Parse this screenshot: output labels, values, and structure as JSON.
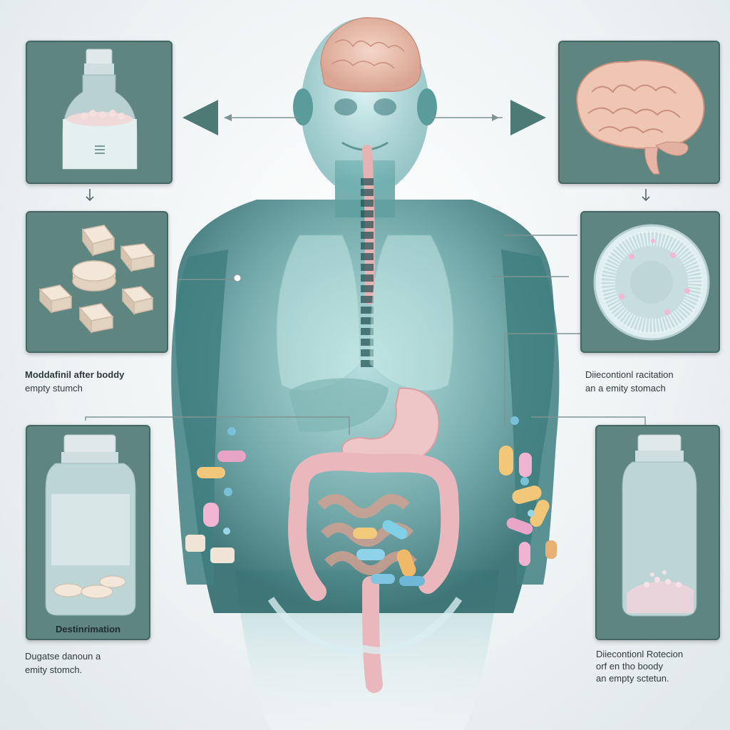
{
  "captions": {
    "left_middle_line1": "Moddafinil after boddy",
    "left_middle_line2": "empty stumch",
    "right_middle_line1": "Diiecontionl racitation",
    "right_middle_line2": "an a emity stomach",
    "left_bottom_panel_label": "Destinrimation",
    "left_bottom_line1": "Dugatse danoun a",
    "left_bottom_line2": "emity stomch.",
    "right_bottom_line1": "Diiecontionl Rotecion",
    "right_bottom_line2": "orf en tho boody",
    "right_bottom_line3": "an empty sctetun."
  },
  "colors": {
    "panel_bg": "#5e8580",
    "body_tint": "#4f8f8f",
    "organ_pink": "#e8b8b8",
    "brain_pink": "#eabfae",
    "pill_cream": "#efe4d6"
  },
  "icons": {
    "left_arrow": "triangle-left-icon",
    "right_arrow": "triangle-right-icon",
    "down_arrow": "arrow-down-icon"
  }
}
